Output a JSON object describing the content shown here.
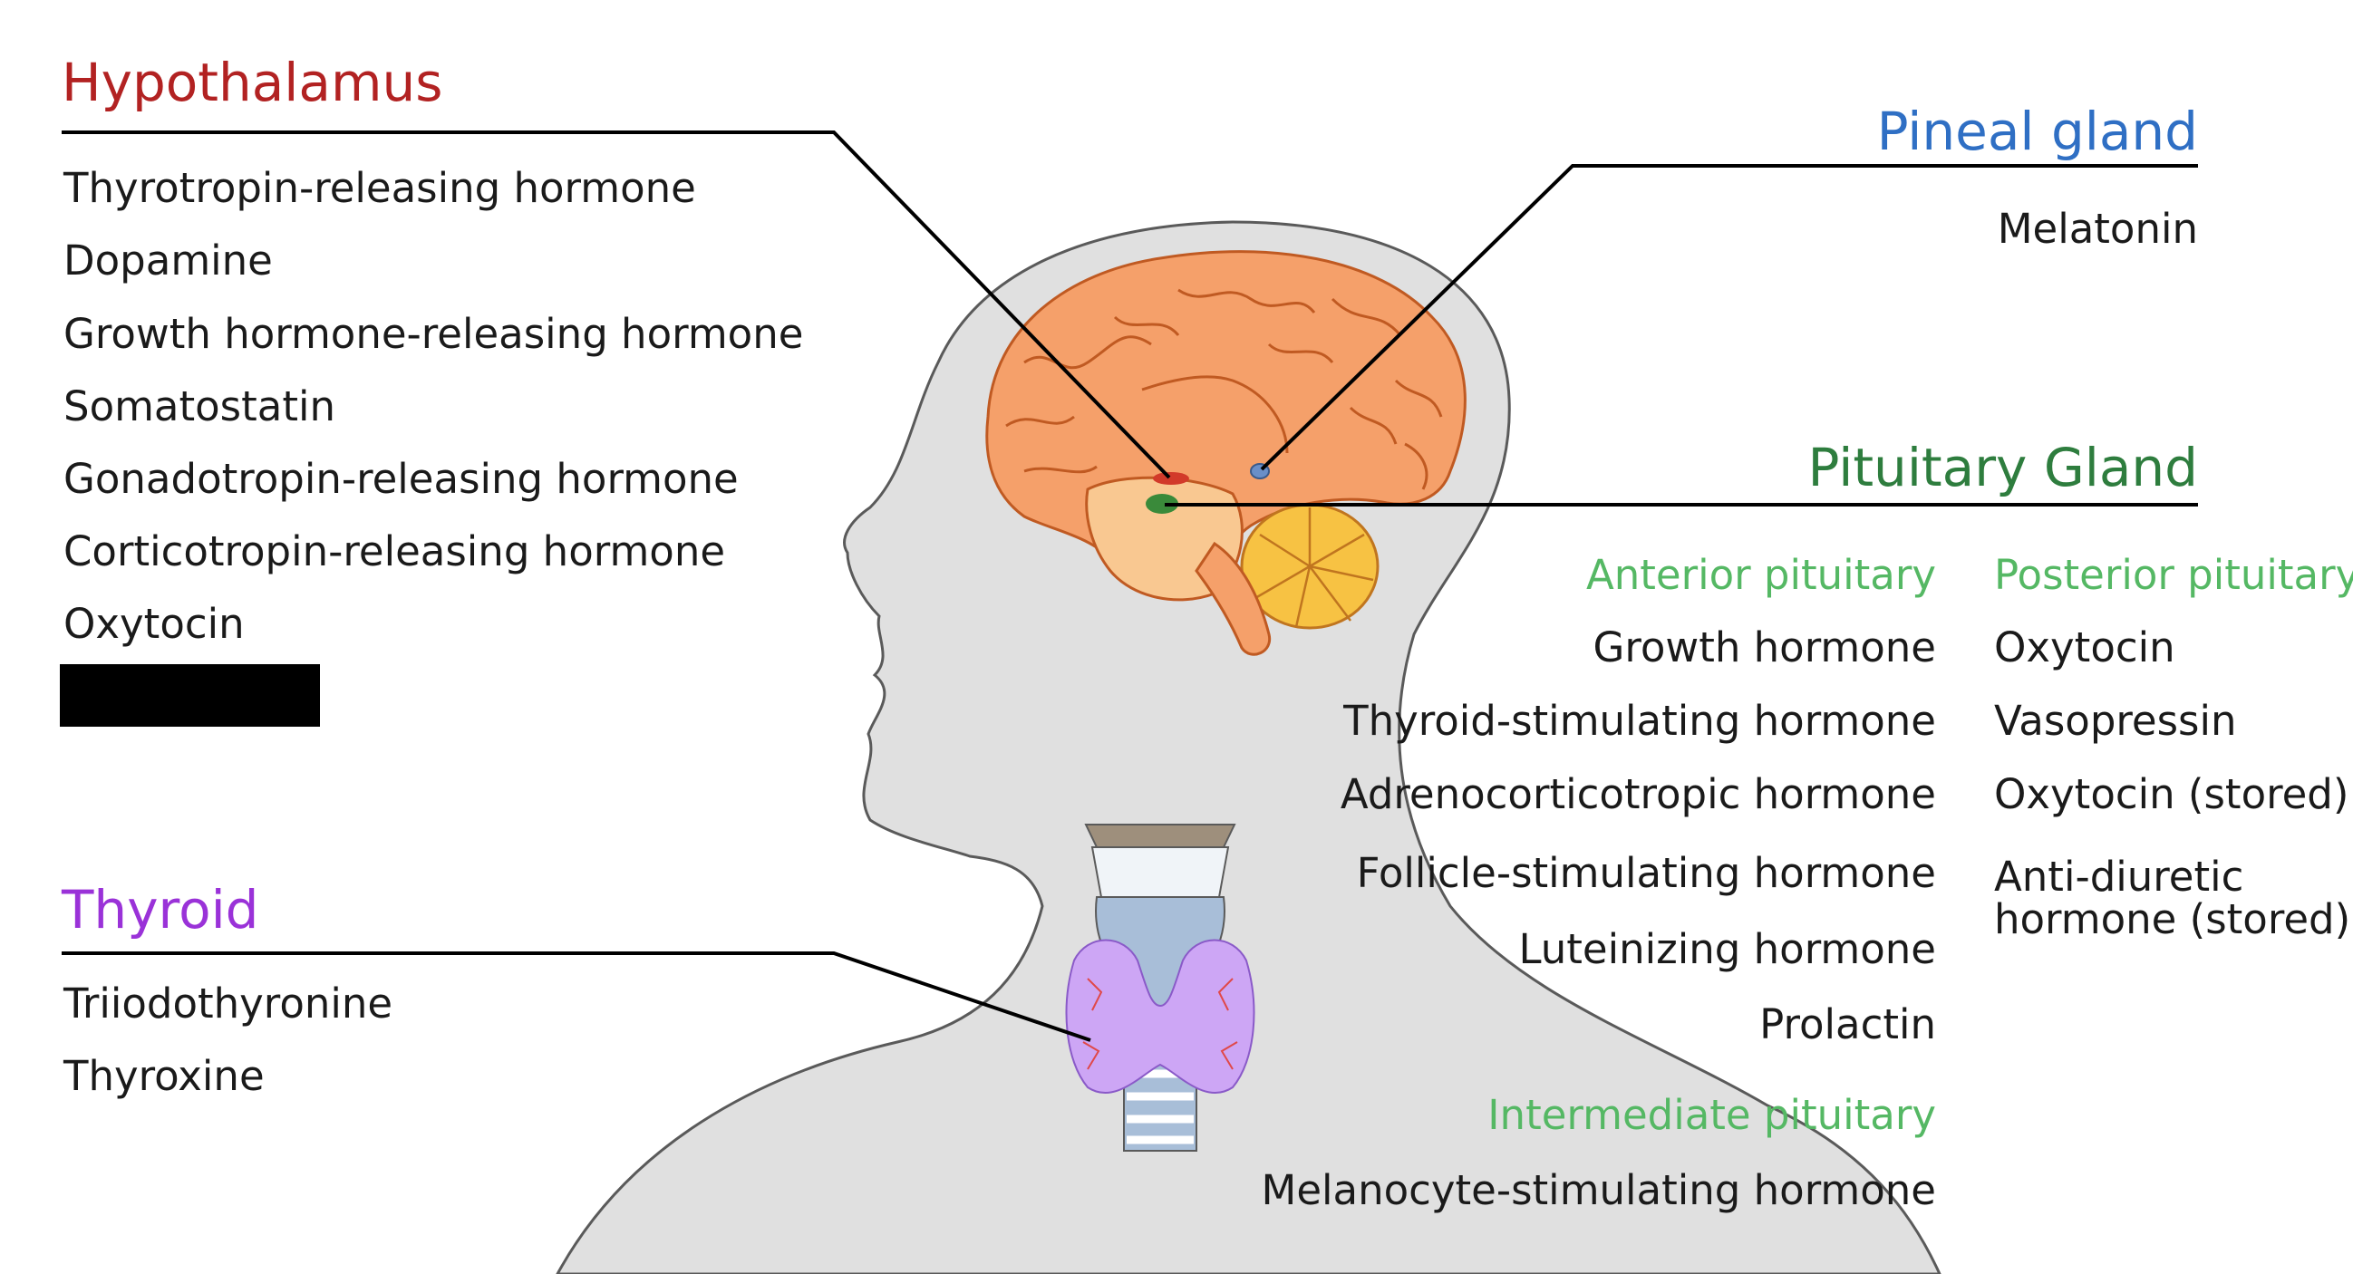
{
  "colors": {
    "hypothalamus": "#b22222",
    "pineal": "#2f6fc4",
    "pituitary": "#2e7d3e",
    "pituitary_sub": "#55b864",
    "thyroid": "#9a32d8",
    "text": "#1a1a1a",
    "silhouette": "#e0e0e0",
    "brain": "#f5a06a",
    "cerebellum": "#f7c243",
    "thyroid_gland": "#cda6f5",
    "trachea": "#a8bed8"
  },
  "hypothalamus": {
    "title": "Hypothalamus",
    "items": [
      "Thyrotropin-releasing hormone",
      "Dopamine",
      "Growth hormone-releasing hormone",
      "Somatostatin",
      "Gonadotropin-releasing hormone",
      "Corticotropin-releasing hormone",
      "Oxytocin"
    ]
  },
  "thyroid": {
    "title": "Thyroid",
    "items": [
      "Triiodothyronine",
      "Thyroxine"
    ]
  },
  "pineal": {
    "title": "Pineal gland",
    "items": [
      "Melatonin"
    ]
  },
  "pituitary": {
    "title": "Pituitary Gland",
    "anterior": {
      "title": "Anterior pituitary",
      "items": [
        "Growth hormone",
        "Thyroid-stimulating hormone",
        "Adrenocorticotropic hormone",
        "Follicle-stimulating hormone",
        "Luteinizing hormone",
        "Prolactin"
      ]
    },
    "posterior": {
      "title": "Posterior pituitary",
      "items": [
        "Oxytocin",
        "Vasopressin",
        "Oxytocin (stored)",
        "Anti-diuretic",
        "hormone (stored)"
      ]
    },
    "intermediate": {
      "title": "Intermediate pituitary",
      "items": [
        "Melanocyte-stimulating hormone"
      ]
    }
  }
}
